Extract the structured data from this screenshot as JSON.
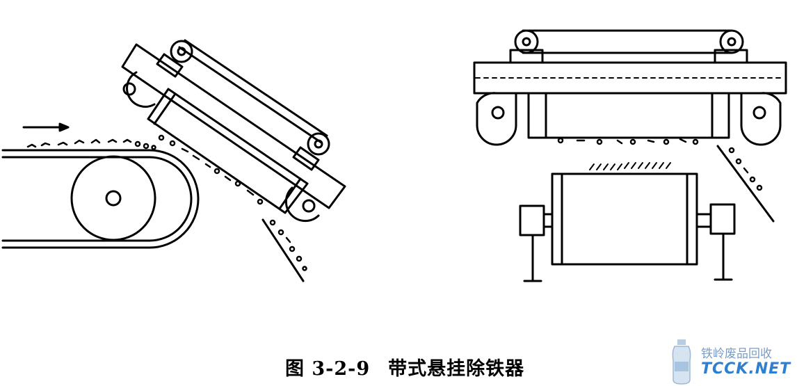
{
  "figure": {
    "number": "图 3-2-9",
    "title": "带式悬挂除铁器"
  },
  "watermark": {
    "title": "铁岭废品回收",
    "site": "TCCK.NET"
  },
  "colors": {
    "ink": "#000000",
    "watermark_title": "#7a9cc4",
    "watermark_site": "#2e7fd0"
  }
}
